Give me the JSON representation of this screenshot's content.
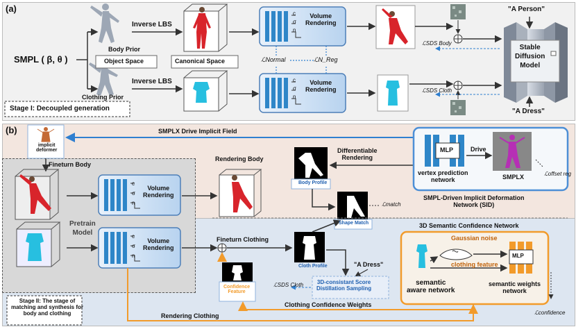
{
  "panel_a": {
    "label": "(a)",
    "smpl": "SMPL ( β, θ )",
    "body_prior": "Body Prior",
    "object_space": "Object Space",
    "clothing_prior": "Clothing Prior",
    "inverse_lbs_1": "Inverse LBS",
    "inverse_lbs_2": "Inverse LBS",
    "canonical_space": "Canonical Space",
    "volume_rendering_1": "Volume\nRendering",
    "volume_rendering_2": "Volume\nRendering",
    "mlp_outputs": [
      "c",
      "σ",
      "n"
    ],
    "loss_normal": "ℒNormal",
    "loss_nreg": "ℒN_Reg",
    "loss_sds_body": "ℒSDS Body",
    "loss_sds_cloth": "ℒSDS Cloth",
    "prompt_person": "\"A Person\"",
    "prompt_dress": "\"A Dress\"",
    "sd_model": "Stable\nDiffusion\nModel",
    "stage_label": "Stage I: Decoupled generation"
  },
  "panel_b": {
    "label": "(b)",
    "smplx_drive": "SMPLX Drive Implicit Field",
    "implicit_deformer": "implicit\ndeformer",
    "fineturn_body": "Fineturn Body",
    "pretrain_model": "Pretrain\nModel",
    "volume_rendering_1": "Volume\nRendering",
    "volume_rendering_2": "Volume\nRendering",
    "mlp_outputs": [
      "c",
      "σ",
      "n"
    ],
    "rendering_body": "Rendering Body",
    "differentiable_rendering": "Differentiable\nRendering",
    "body_profile": "Body Profile",
    "shape_match": "Shape Match",
    "loss_match": "ℒmatch",
    "mlp": "MLP",
    "drive": "Drive",
    "smplx": "SMPLX",
    "vertex_prediction": "vertex prediction\nnetwork",
    "loss_offset": "ℒoffset reg",
    "sid_title": "SMPL-Driven Implicit Deformation\nNetwork (SID)",
    "fineturn_clothing": "Fineturn Clothing",
    "cloth_profile": "Cloth Profile",
    "confidence_feature": "Confidence\nFeature",
    "a_dress": "\"A Dress\"",
    "loss_sds_cloth": "ℒSDS Cloth",
    "score_distillation": "3D-consistant Score\nDistillation Sampling",
    "clothing_confidence_weights": "Clothing Confidence Weights",
    "rendering_clothing": "Rendering Clothing",
    "confidence_network_title": "3D Semantic Confidence Network",
    "gaussian_noise": "Gaussian noise",
    "clothing_feature": "clothing feature",
    "semantic_aware": "semantic\naware network",
    "semantic_weights": "semantic weights\nnetwork",
    "loss_confidence": "ℒconfidence",
    "stage_label": "Stage II: The stage of\nmatching and synthesis for\nbody and clothing"
  },
  "colors": {
    "mlp_blue": "#2e86c8",
    "arrow_blue": "#2f7fd0",
    "orange": "#f29b2b",
    "panel_a_bg": "#f2f2f2",
    "panel_b_top_bg": "#f3e7e1",
    "panel_b_bottom_bg": "#dfe7f2"
  }
}
